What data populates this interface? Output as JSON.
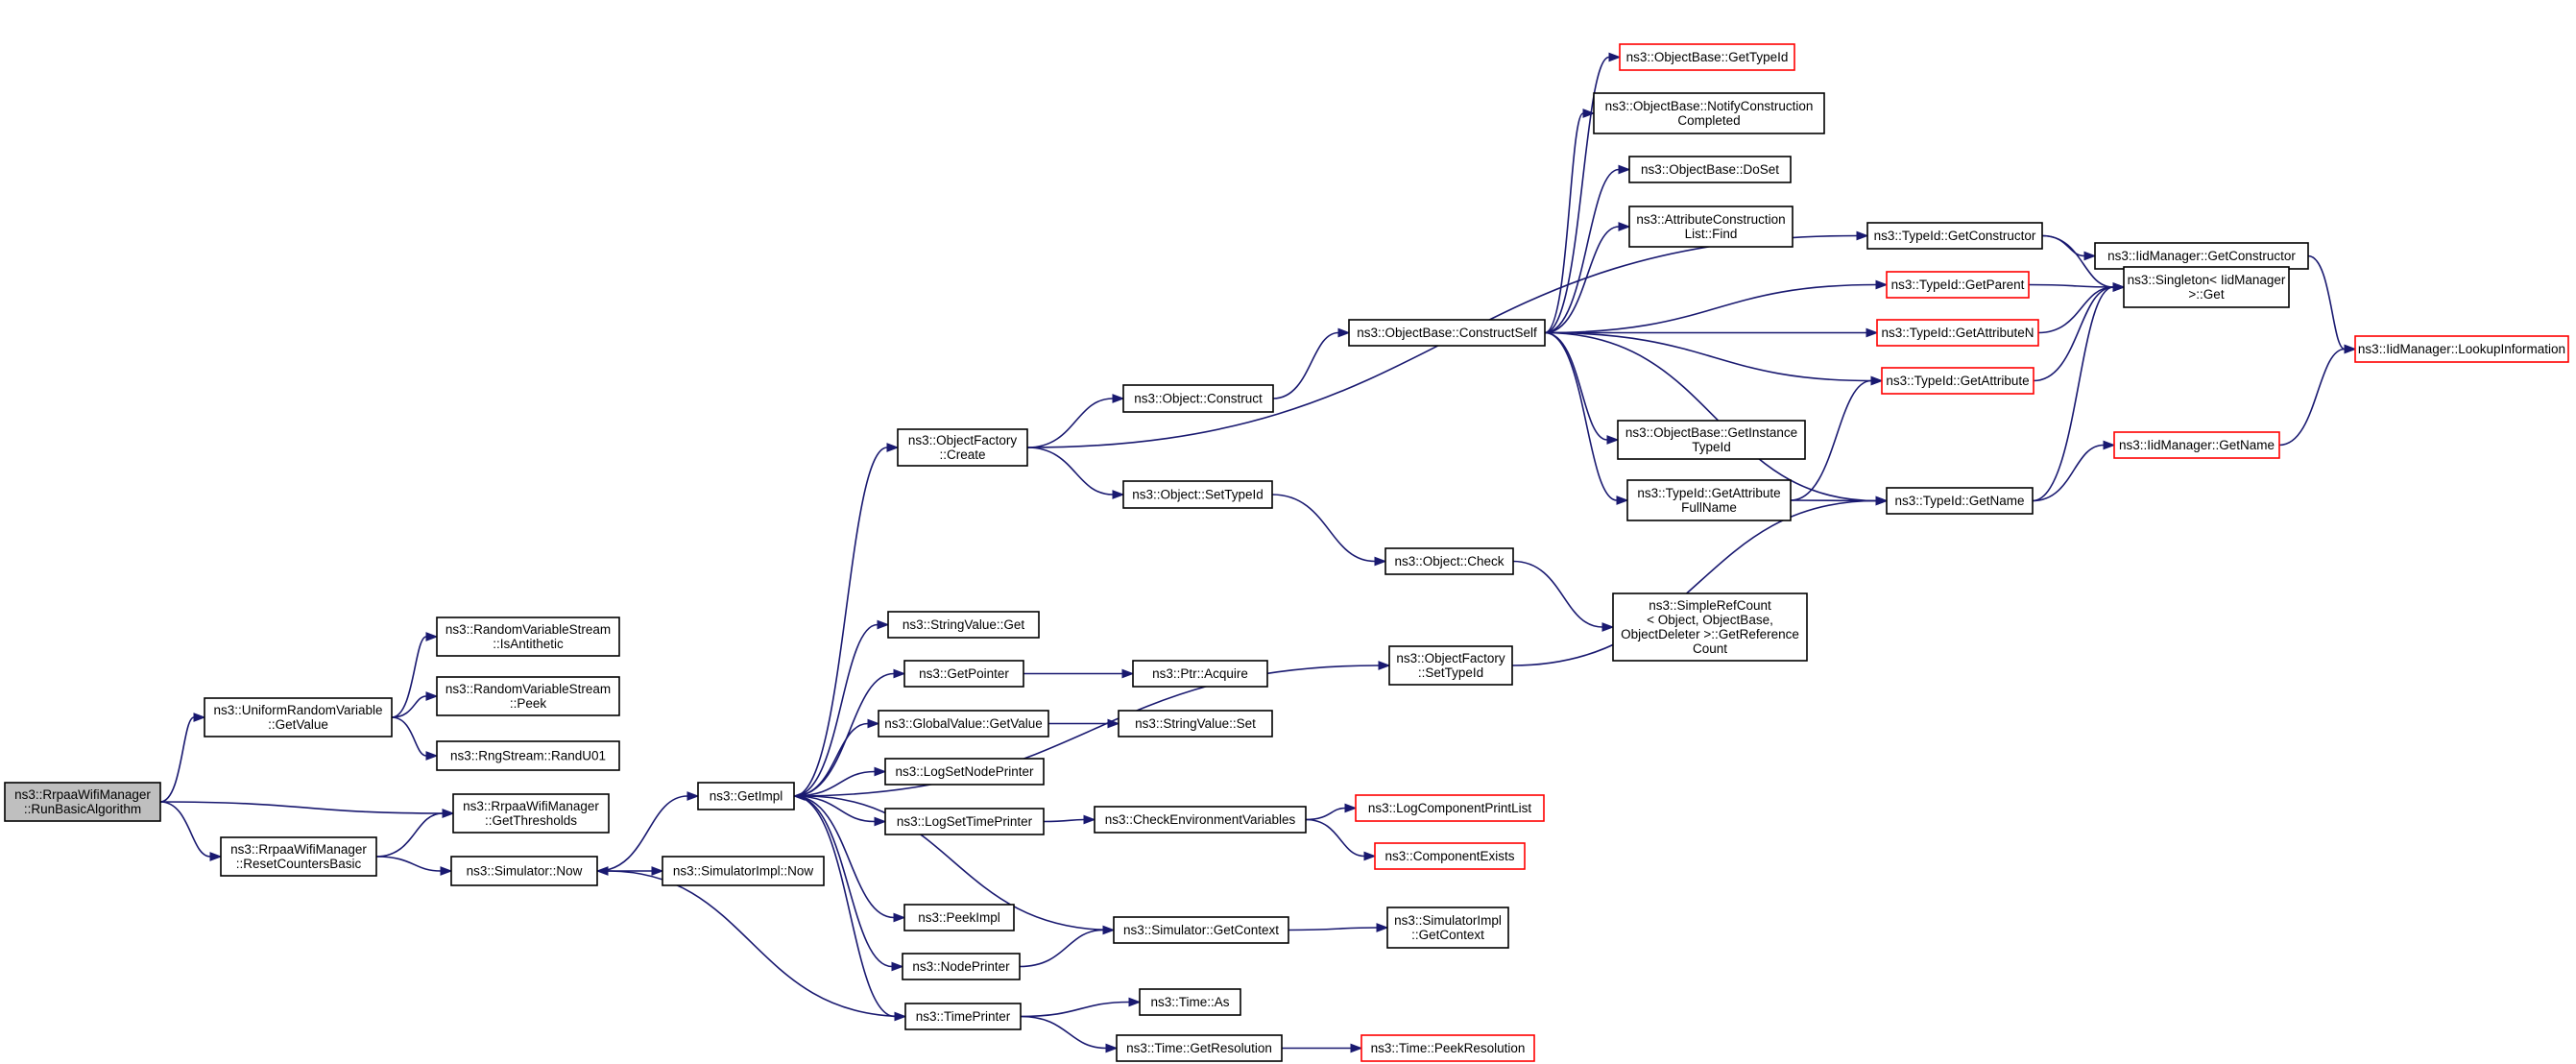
{
  "diagram": {
    "type": "call-graph",
    "colors": {
      "edge": "#191970",
      "root_fill": "#bfbfbf",
      "truncated_border": "#ff0000",
      "node_border": "#000000"
    },
    "nodes": [
      {
        "id": "root",
        "lines": [
          "ns3::RrpaaWifiManager",
          "::RunBasicAlgorithm"
        ],
        "style": "root"
      },
      {
        "id": "urv_getvalue",
        "lines": [
          "ns3::UniformRandomVariable",
          "::GetValue"
        ],
        "style": "normal"
      },
      {
        "id": "rvs_isanti",
        "lines": [
          "ns3::RandomVariableStream",
          "::IsAntithetic"
        ],
        "style": "normal"
      },
      {
        "id": "rvs_peek",
        "lines": [
          "ns3::RandomVariableStream",
          "::Peek"
        ],
        "style": "normal"
      },
      {
        "id": "rng_randu01",
        "lines": [
          "ns3::RngStream::RandU01"
        ],
        "style": "normal"
      },
      {
        "id": "rrpaa_getthr",
        "lines": [
          "ns3::RrpaaWifiManager",
          "::GetThresholds"
        ],
        "style": "normal"
      },
      {
        "id": "rrpaa_reset",
        "lines": [
          "ns3::RrpaaWifiManager",
          "::ResetCountersBasic"
        ],
        "style": "normal"
      },
      {
        "id": "sim_now",
        "lines": [
          "ns3::Simulator::Now"
        ],
        "style": "normal"
      },
      {
        "id": "simimpl_now",
        "lines": [
          "ns3::SimulatorImpl::Now"
        ],
        "style": "normal"
      },
      {
        "id": "getimpl",
        "lines": [
          "ns3::GetImpl"
        ],
        "style": "normal"
      },
      {
        "id": "objfact_create",
        "lines": [
          "ns3::ObjectFactory",
          "::Create"
        ],
        "style": "normal"
      },
      {
        "id": "obj_construct",
        "lines": [
          "ns3::Object::Construct"
        ],
        "style": "normal"
      },
      {
        "id": "obj_settypeid",
        "lines": [
          "ns3::Object::SetTypeId"
        ],
        "style": "normal"
      },
      {
        "id": "obj_check",
        "lines": [
          "ns3::Object::Check"
        ],
        "style": "normal"
      },
      {
        "id": "simplerefcount",
        "lines": [
          "ns3::SimpleRefCount",
          "< Object, ObjectBase,",
          "ObjectDeleter >::GetReference",
          "Count"
        ],
        "style": "normal"
      },
      {
        "id": "objfact_settypeid",
        "lines": [
          "ns3::ObjectFactory",
          "::SetTypeId"
        ],
        "style": "normal"
      },
      {
        "id": "objbase_constructself",
        "lines": [
          "ns3::ObjectBase::ConstructSelf"
        ],
        "style": "normal"
      },
      {
        "id": "objbase_gettypeid",
        "lines": [
          "ns3::ObjectBase::GetTypeId"
        ],
        "style": "truncated"
      },
      {
        "id": "objbase_notify",
        "lines": [
          "ns3::ObjectBase::NotifyConstruction",
          "Completed"
        ],
        "style": "normal"
      },
      {
        "id": "objbase_doset",
        "lines": [
          "ns3::ObjectBase::DoSet"
        ],
        "style": "normal"
      },
      {
        "id": "attr_find",
        "lines": [
          "ns3::AttributeConstruction",
          "List::Find"
        ],
        "style": "normal"
      },
      {
        "id": "objbase_getinst",
        "lines": [
          "ns3::ObjectBase::GetInstance",
          "TypeId"
        ],
        "style": "normal"
      },
      {
        "id": "typeid_getattrfull",
        "lines": [
          "ns3::TypeId::GetAttribute",
          "FullName"
        ],
        "style": "normal"
      },
      {
        "id": "typeid_getconstructor",
        "lines": [
          "ns3::TypeId::GetConstructor"
        ],
        "style": "normal"
      },
      {
        "id": "typeid_getparent",
        "lines": [
          "ns3::TypeId::GetParent"
        ],
        "style": "truncated"
      },
      {
        "id": "typeid_getattrn",
        "lines": [
          "ns3::TypeId::GetAttributeN"
        ],
        "style": "truncated"
      },
      {
        "id": "typeid_getattr",
        "lines": [
          "ns3::TypeId::GetAttribute"
        ],
        "style": "truncated"
      },
      {
        "id": "typeid_getname",
        "lines": [
          "ns3::TypeId::GetName"
        ],
        "style": "normal"
      },
      {
        "id": "iid_getconstructor",
        "lines": [
          "ns3::IidManager::GetConstructor"
        ],
        "style": "normal"
      },
      {
        "id": "singleton_get",
        "lines": [
          "ns3::Singleton< IidManager",
          ">::Get"
        ],
        "style": "normal"
      },
      {
        "id": "iid_getname",
        "lines": [
          "ns3::IidManager::GetName"
        ],
        "style": "truncated"
      },
      {
        "id": "iid_lookup",
        "lines": [
          "ns3::IidManager::LookupInformation"
        ],
        "style": "truncated"
      },
      {
        "id": "stringvalue_get",
        "lines": [
          "ns3::StringValue::Get"
        ],
        "style": "normal"
      },
      {
        "id": "getpointer",
        "lines": [
          "ns3::GetPointer"
        ],
        "style": "normal"
      },
      {
        "id": "ptr_acquire",
        "lines": [
          "ns3::Ptr::Acquire"
        ],
        "style": "normal"
      },
      {
        "id": "globalvalue_getvalue",
        "lines": [
          "ns3::GlobalValue::GetValue"
        ],
        "style": "normal"
      },
      {
        "id": "stringvalue_set",
        "lines": [
          "ns3::StringValue::Set"
        ],
        "style": "normal"
      },
      {
        "id": "logsetnodeprinter",
        "lines": [
          "ns3::LogSetNodePrinter"
        ],
        "style": "normal"
      },
      {
        "id": "logsettimeprinter",
        "lines": [
          "ns3::LogSetTimePrinter"
        ],
        "style": "normal"
      },
      {
        "id": "checkenv",
        "lines": [
          "ns3::CheckEnvironmentVariables"
        ],
        "style": "normal"
      },
      {
        "id": "logcomponentprintlist",
        "lines": [
          "ns3::LogComponentPrintList"
        ],
        "style": "truncated"
      },
      {
        "id": "componentexists",
        "lines": [
          "ns3::ComponentExists"
        ],
        "style": "truncated"
      },
      {
        "id": "peekimpl",
        "lines": [
          "ns3::PeekImpl"
        ],
        "style": "normal"
      },
      {
        "id": "nodeprinter",
        "lines": [
          "ns3::NodePrinter"
        ],
        "style": "normal"
      },
      {
        "id": "sim_getcontext",
        "lines": [
          "ns3::Simulator::GetContext"
        ],
        "style": "normal"
      },
      {
        "id": "simimpl_getcontext",
        "lines": [
          "ns3::SimulatorImpl",
          "::GetContext"
        ],
        "style": "normal"
      },
      {
        "id": "timeprinter",
        "lines": [
          "ns3::TimePrinter"
        ],
        "style": "normal"
      },
      {
        "id": "time_as",
        "lines": [
          "ns3::Time::As"
        ],
        "style": "normal"
      },
      {
        "id": "time_getres",
        "lines": [
          "ns3::Time::GetResolution"
        ],
        "style": "normal"
      },
      {
        "id": "time_peekres",
        "lines": [
          "ns3::Time::PeekResolution"
        ],
        "style": "truncated"
      }
    ],
    "edges": [
      [
        "root",
        "urv_getvalue"
      ],
      [
        "root",
        "rrpaa_getthr"
      ],
      [
        "root",
        "rrpaa_reset"
      ],
      [
        "urv_getvalue",
        "rvs_isanti"
      ],
      [
        "urv_getvalue",
        "rvs_peek"
      ],
      [
        "urv_getvalue",
        "rng_randu01"
      ],
      [
        "rrpaa_reset",
        "rrpaa_getthr"
      ],
      [
        "rrpaa_reset",
        "sim_now"
      ],
      [
        "sim_now",
        "getimpl"
      ],
      [
        "sim_now",
        "simimpl_now"
      ],
      [
        "getimpl",
        "objfact_create"
      ],
      [
        "getimpl",
        "objfact_settypeid"
      ],
      [
        "getimpl",
        "stringvalue_get"
      ],
      [
        "getimpl",
        "getpointer"
      ],
      [
        "getimpl",
        "globalvalue_getvalue"
      ],
      [
        "getimpl",
        "logsetnodeprinter"
      ],
      [
        "getimpl",
        "logsettimeprinter"
      ],
      [
        "getimpl",
        "peekimpl"
      ],
      [
        "getimpl",
        "nodeprinter"
      ],
      [
        "getimpl",
        "timeprinter"
      ],
      [
        "objfact_create",
        "typeid_getconstructor"
      ],
      [
        "objfact_create",
        "obj_construct"
      ],
      [
        "objfact_create",
        "obj_settypeid"
      ],
      [
        "obj_construct",
        "objbase_constructself"
      ],
      [
        "obj_settypeid",
        "obj_check"
      ],
      [
        "obj_check",
        "simplerefcount"
      ],
      [
        "objfact_settypeid",
        "typeid_getname"
      ],
      [
        "objbase_constructself",
        "objbase_gettypeid"
      ],
      [
        "objbase_constructself",
        "objbase_notify"
      ],
      [
        "objbase_constructself",
        "objbase_doset"
      ],
      [
        "objbase_constructself",
        "attr_find"
      ],
      [
        "objbase_constructself",
        "typeid_getparent"
      ],
      [
        "objbase_constructself",
        "typeid_getattrn"
      ],
      [
        "objbase_constructself",
        "typeid_getattr"
      ],
      [
        "objbase_constructself",
        "objbase_getinst"
      ],
      [
        "objbase_constructself",
        "typeid_getattrfull"
      ],
      [
        "objbase_constructself",
        "typeid_getname"
      ],
      [
        "typeid_getattrfull",
        "typeid_getattr"
      ],
      [
        "typeid_getattrfull",
        "typeid_getname"
      ],
      [
        "typeid_getconstructor",
        "iid_getconstructor"
      ],
      [
        "typeid_getconstructor",
        "singleton_get"
      ],
      [
        "typeid_getparent",
        "singleton_get"
      ],
      [
        "typeid_getattrn",
        "singleton_get"
      ],
      [
        "typeid_getattr",
        "singleton_get"
      ],
      [
        "typeid_getname",
        "singleton_get"
      ],
      [
        "typeid_getname",
        "iid_getname"
      ],
      [
        "iid_getconstructor",
        "iid_lookup"
      ],
      [
        "iid_getname",
        "iid_lookup"
      ],
      [
        "getpointer",
        "ptr_acquire"
      ],
      [
        "globalvalue_getvalue",
        "stringvalue_set"
      ],
      [
        "logsettimeprinter",
        "checkenv"
      ],
      [
        "checkenv",
        "logcomponentprintlist"
      ],
      [
        "checkenv",
        "componentexists"
      ],
      [
        "nodeprinter",
        "sim_getcontext"
      ],
      [
        "sim_getcontext",
        "getimpl"
      ],
      [
        "sim_getcontext",
        "simimpl_getcontext"
      ],
      [
        "timeprinter",
        "sim_now"
      ],
      [
        "timeprinter",
        "time_as"
      ],
      [
        "timeprinter",
        "time_getres"
      ],
      [
        "time_getres",
        "time_peekres"
      ]
    ]
  }
}
